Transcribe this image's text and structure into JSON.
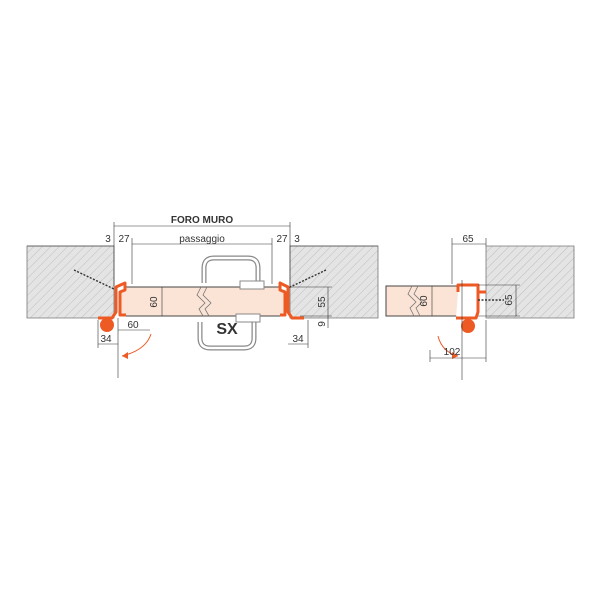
{
  "colors": {
    "frame_accent": "#ee5a24",
    "door_leaf": "#fbe4d6",
    "wall": "#e4e4e4",
    "line": "#333333"
  },
  "left_view": {
    "foro_muro_label": "FORO MURO",
    "passaggio_label": "passaggio",
    "dim_3_left": "3",
    "dim_27_left": "27",
    "dim_27_right": "27",
    "dim_3_right": "3",
    "dim_60_leaf": "60",
    "dim_55": "55",
    "dim_9": "9",
    "dim_34_left": "34",
    "dim_60_bottom": "60",
    "dim_34_right": "34",
    "hand_label": "SX"
  },
  "right_view": {
    "dim_65_top": "65",
    "dim_60_leaf": "60",
    "dim_65_side": "65",
    "dim_102": "102"
  }
}
